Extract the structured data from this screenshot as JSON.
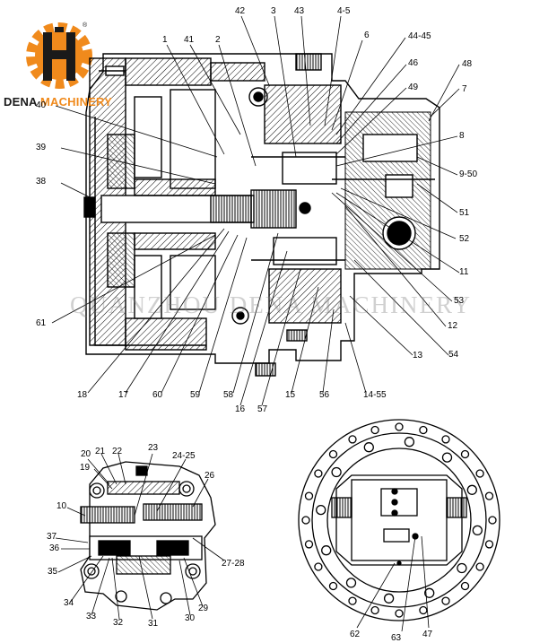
{
  "logo": {
    "brand_word": "DENA",
    "brand_word2": "MACHINERY",
    "accent_color": "#f08a1c",
    "dark_color": "#1a1a1a",
    "registered": "®"
  },
  "watermark": "QUANZHOU DENA MACHINERY",
  "labels": {
    "l1": "1",
    "l2": "2",
    "l3": "3",
    "l4_5": "4-5",
    "l6": "6",
    "l7": "7",
    "l8": "8",
    "l9_50": "9-50",
    "l10": "10",
    "l11": "11",
    "l12": "12",
    "l13": "13",
    "l14_55": "14-55",
    "l15": "15",
    "l16": "16",
    "l17": "17",
    "l18": "18",
    "l19": "19",
    "l20": "20",
    "l21": "21",
    "l22": "22",
    "l23": "23",
    "l24_25": "24-25",
    "l26": "26",
    "l27_28": "27-28",
    "l29": "29",
    "l30": "30",
    "l31": "31",
    "l32": "32",
    "l33": "33",
    "l34": "34",
    "l35": "35",
    "l36": "36",
    "l37": "37",
    "l38": "38",
    "l39": "39",
    "l40": "40",
    "l41": "41",
    "l42": "42",
    "l43": "43",
    "l44_45": "44-45",
    "l46": "46",
    "l47": "47",
    "l48": "48",
    "l49": "49",
    "l51": "51",
    "l52": "52",
    "l53": "53",
    "l54": "54",
    "l56": "56",
    "l57": "57",
    "l58": "58",
    "l59": "59",
    "l60": "60",
    "l61": "61",
    "l62": "62",
    "l63": "63"
  }
}
